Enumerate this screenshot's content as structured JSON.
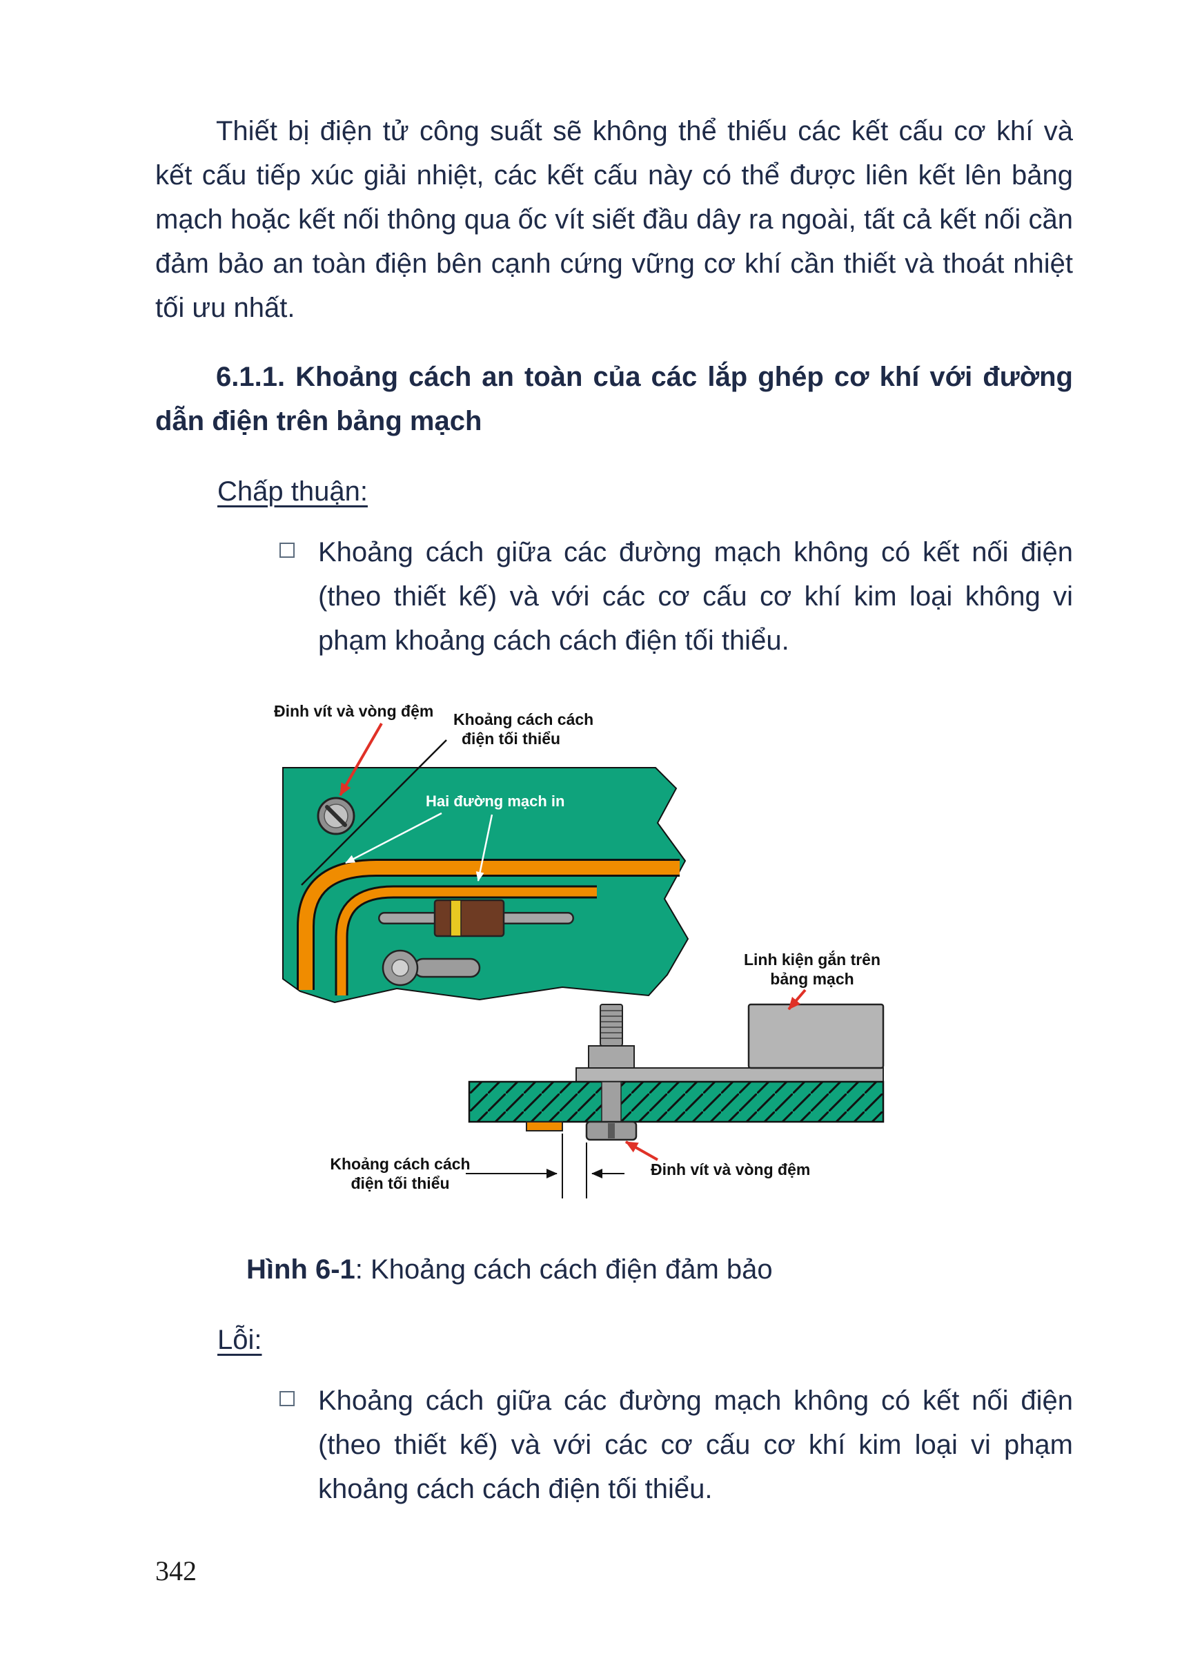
{
  "page_number": "342",
  "content": {
    "paragraph": "Thiết bị điện tử công suất sẽ không thể thiếu các kết cấu cơ khí và kết cấu tiếp xúc giải nhiệt, các kết cấu này có thể được liên kết lên bảng mạch hoặc kết nối thông qua ốc vít siết đầu dây ra ngoài, tất cả kết nối cần đảm bảo an toàn điện bên cạnh cứng vững cơ khí cần thiết và thoát nhiệt tối ưu nhất.",
    "heading": "6.1.1. Khoảng cách an toàn của các lắp ghép cơ khí với đường dẫn điện trên bảng mạch",
    "accept_label": "Chấp thuận:",
    "accept_item": "Khoảng cách giữa các đường mạch không có kết nối điện (theo thiết kế) và với các cơ cấu cơ khí kim loại không vi phạm khoảng cách cách điện tối thiểu.",
    "error_label": "Lỗi:",
    "error_item": "Khoảng cách giữa các đường mạch không có kết nối điện (theo thiết kế) và với các cơ cấu cơ khí kim loại vi phạm khoảng cách cách điện tối thiểu.",
    "caption": {
      "bold": "Hình 6-1",
      "rest": ": Khoảng cách cách điện đảm bảo"
    }
  },
  "figure": {
    "labels": {
      "screw_top": "Đinh vít và vòng đệm",
      "clearance_top_1": "Khoảng cách cách",
      "clearance_top_2": "điện tối thiểu",
      "traces": "Hai đường mạch in",
      "component_1": "Linh kiện gắn trên",
      "component_2": "bảng mạch",
      "clearance_bottom_1": "Khoảng cách cách",
      "clearance_bottom_2": "điện tối thiểu",
      "screw_bottom": "Đinh vít và vòng đệm"
    },
    "colors": {
      "board_green": "#0fa37c",
      "trace_orange": "#f08c00",
      "resistor_brown": "#6e3b23",
      "band_yellow": "#e8c822",
      "metal_gray": "#a8a8a8",
      "arrow_red": "#e03127",
      "ink": "#1e2a47"
    }
  }
}
